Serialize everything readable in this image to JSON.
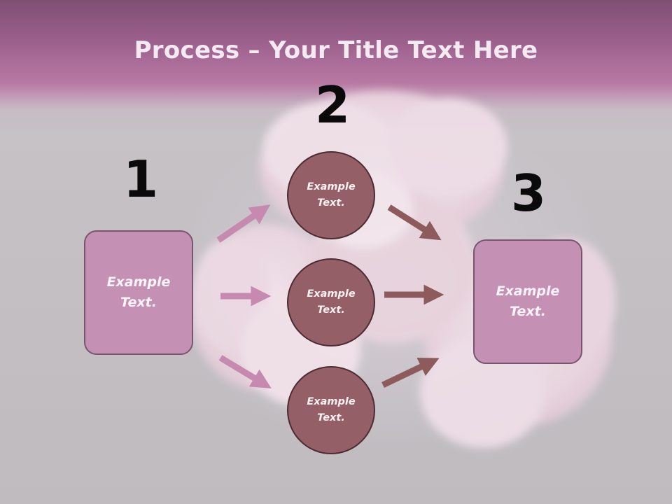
{
  "title": {
    "bold": "Process",
    "rest": " – Your Title Text Here"
  },
  "steps": {
    "one": "1",
    "two": "2",
    "three": "3"
  },
  "boxes": {
    "left": "Example\nText.",
    "right": "Example\nText."
  },
  "circles": {
    "top": "Example\nText.",
    "middle": "Example\nText.",
    "bottom": "Example\nText."
  },
  "colors": {
    "header": "#a56a95",
    "box_fill": "#c490b4",
    "circle_fill": "#945f66",
    "arrow_in": "#c68ab0",
    "arrow_out": "#8e5b5d"
  }
}
